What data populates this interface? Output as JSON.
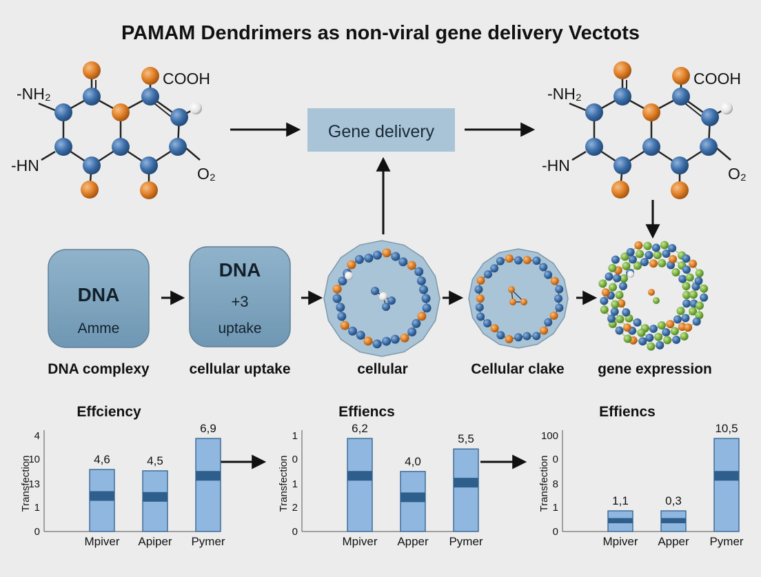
{
  "title": "PAMAM Dendrimers as non-viral gene delivery Vectots",
  "colors": {
    "background": "#ececec",
    "atom_blue": "#3d6ea8",
    "atom_orange": "#e07f26",
    "atom_green": "#7cb342",
    "box_fill": "#7ea6c0",
    "gene_box_fill": "#a9c4d6",
    "bar_fill": "#8fb7df",
    "bar_band": "#2e5f8c"
  },
  "molecules": [
    {
      "label_nh2": "-NH₂",
      "label_hn": "-HN",
      "label_cooh": "COOH",
      "label_o2": "O₂"
    },
    {
      "label_nh2": "-NH₂",
      "label_hn": "-HN",
      "label_cooh": "COOH",
      "label_o2": "O₂"
    }
  ],
  "gene_delivery_box": {
    "label": "Gene delivery"
  },
  "stages": [
    {
      "title": "DNA",
      "sub": "Amme",
      "caption": "DNA complexy"
    },
    {
      "title": "DNA",
      "symbol": "+3",
      "sub": "uptake",
      "caption": "cellular uptake"
    },
    {
      "caption": "cellular"
    },
    {
      "caption": "Cellular clake"
    },
    {
      "caption": "gene expression"
    }
  ],
  "charts": [
    {
      "title": "Effciency",
      "ylabel": "Transfection",
      "yticks": [
        "4",
        "10",
        "13",
        "1",
        "0"
      ],
      "categories": [
        "Mpiver",
        "Apiper",
        "Pymer"
      ],
      "value_labels": [
        "4,6",
        "4,5",
        "6,9"
      ]
    },
    {
      "title": "Effiencs",
      "ylabel": "Transfection",
      "yticks": [
        "1",
        "0",
        "1",
        "2",
        "0"
      ],
      "categories": [
        "Mpiver",
        "Apper",
        "Pymer"
      ],
      "value_labels": [
        "6,2",
        "4,0",
        "5,5"
      ]
    },
    {
      "title": "Effiencs",
      "ylabel": "Transfection",
      "yticks": [
        "100",
        "0",
        "8",
        "1",
        "0"
      ],
      "categories": [
        "Mpiver",
        "Apper",
        "Pymer"
      ],
      "value_labels": [
        "1,1",
        "0,3",
        "10,5"
      ]
    }
  ]
}
